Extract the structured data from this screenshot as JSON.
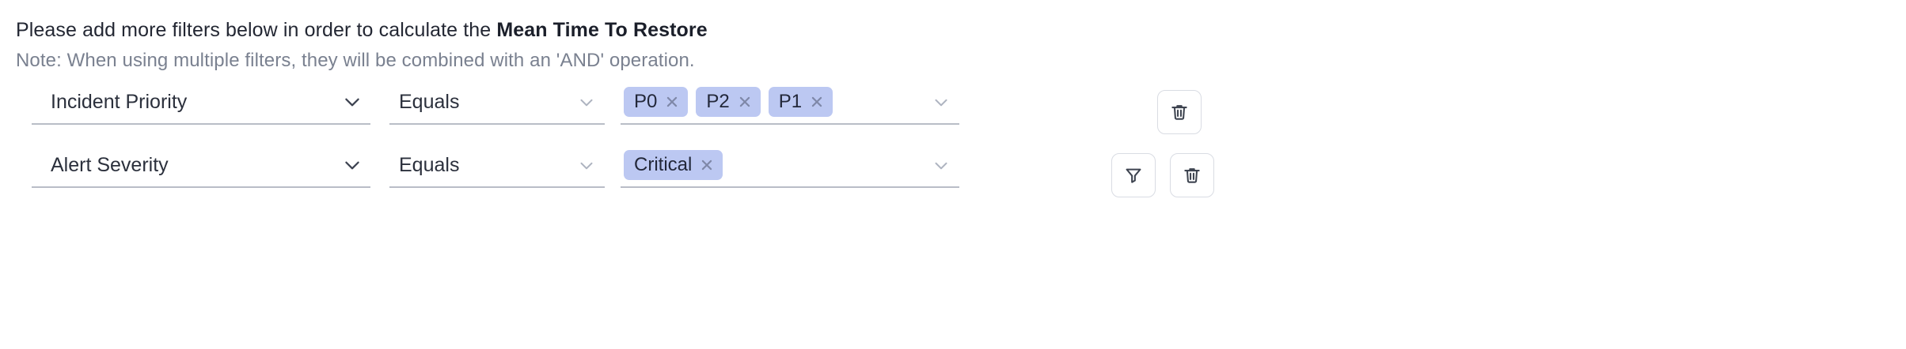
{
  "header": {
    "headline_prefix": "Please add more filters below in order to calculate the ",
    "headline_metric": "Mean Time To Restore",
    "note": "Note: When using multiple filters, they will be combined with an 'AND' operation."
  },
  "filters": {
    "rows": [
      {
        "field": "Incident Priority",
        "operator": "Equals",
        "values": [
          "P0",
          "P2",
          "P1"
        ],
        "buttons": [
          "delete"
        ]
      },
      {
        "field": "Alert Severity",
        "operator": "Equals",
        "values": [
          "Critical"
        ],
        "buttons": [
          "filter",
          "delete"
        ]
      }
    ]
  },
  "icons": {
    "chevron_down": "chevron-down-icon",
    "chip_remove": "close-icon",
    "delete": "trash-icon",
    "filter": "funnel-icon"
  },
  "colors": {
    "chip_background": "#bcc8f2",
    "chip_text": "#23283a",
    "note_text": "#7a8190",
    "underline": "#b9bdc7",
    "button_border": "#d9dce3",
    "page_background": "#ffffff"
  }
}
